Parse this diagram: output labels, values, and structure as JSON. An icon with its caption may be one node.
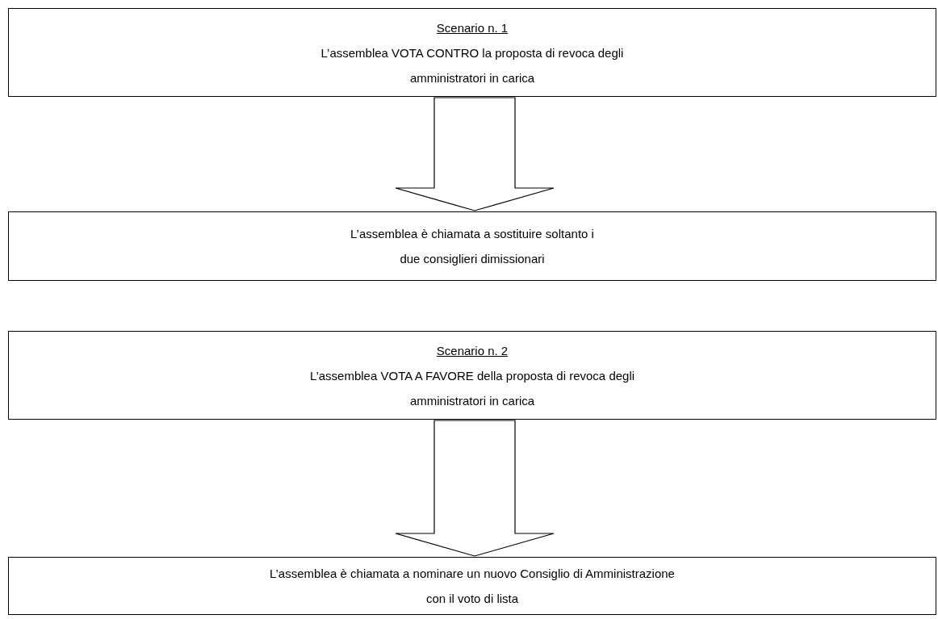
{
  "diagram": {
    "nodes": [
      {
        "text": [
          "Scenario n. 1",
          "L’assemblea VOTA CONTRO la proposta di revoca degli amministratori in carica"
        ]
      },
      {
        "text": [
          "L’assemblea è chiamata a sostituire soltanto i due consiglieri dimissionari"
        ]
      },
      {
        "text": [
          "Scenario n. 2",
          "L’assemblea VOTA A FAVORE della proposta di revoca degli amministratori in carica"
        ]
      },
      {
        "text": [
          "L’assemblea è chiamata a nominare un nuovo Consiglio di Amministrazione con il voto di lista"
        ]
      }
    ],
    "edges": [
      {
        "from": 0,
        "to": 1,
        "arrow": "to"
      },
      {
        "from": 2,
        "to": 3,
        "arrow": "to"
      }
    ]
  }
}
